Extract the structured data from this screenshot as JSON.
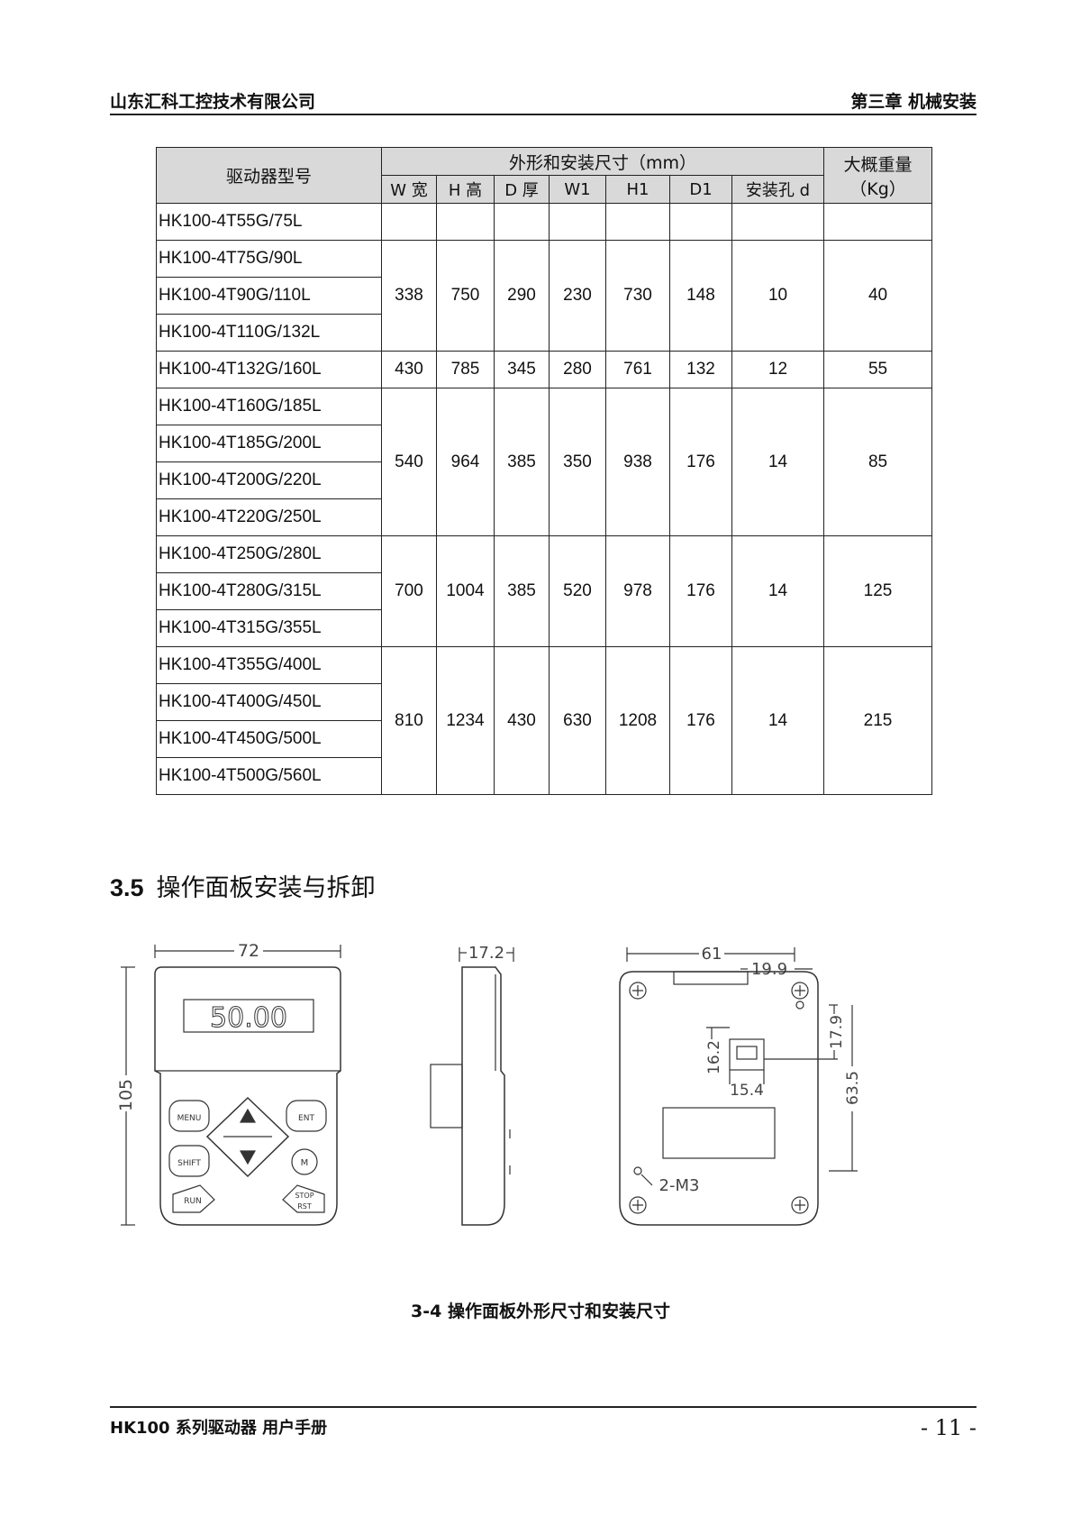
{
  "header": {
    "company": "山东汇科工控技术有限公司",
    "chapter": "第三章 机械安装"
  },
  "table": {
    "model_header": "驱动器型号",
    "dim_group": "外形和安装尺寸（mm）",
    "weight_header": "大概重量（Kg）",
    "sub_headers": [
      "W 宽",
      "H 高",
      "D 厚",
      "W1",
      "H1",
      "D1",
      "安装孔 d"
    ],
    "groups": [
      {
        "models": [
          "HK100-4T55G/75L"
        ],
        "values": [
          "",
          "",
          "",
          "",
          "",
          "",
          ""
        ],
        "weight": ""
      },
      {
        "models": [
          "HK100-4T75G/90L",
          "HK100-4T90G/110L",
          "HK100-4T110G/132L"
        ],
        "values": [
          "338",
          "750",
          "290",
          "230",
          "730",
          "148",
          "10"
        ],
        "weight": "40"
      },
      {
        "models": [
          "HK100-4T132G/160L"
        ],
        "values": [
          "430",
          "785",
          "345",
          "280",
          "761",
          "132",
          "12"
        ],
        "weight": "55"
      },
      {
        "models": [
          "HK100-4T160G/185L",
          "HK100-4T185G/200L",
          "HK100-4T200G/220L",
          "HK100-4T220G/250L"
        ],
        "values": [
          "540",
          "964",
          "385",
          "350",
          "938",
          "176",
          "14"
        ],
        "weight": "85"
      },
      {
        "models": [
          "HK100-4T250G/280L",
          "HK100-4T280G/315L",
          "HK100-4T315G/355L"
        ],
        "values": [
          "700",
          "1004",
          "385",
          "520",
          "978",
          "176",
          "14"
        ],
        "weight": "125"
      },
      {
        "models": [
          "HK100-4T355G/400L",
          "HK100-4T400G/450L",
          "HK100-4T450G/500L",
          "HK100-4T500G/560L"
        ],
        "values": [
          "810",
          "1234",
          "430",
          "630",
          "1208",
          "176",
          "14"
        ],
        "weight": "215"
      }
    ]
  },
  "section": {
    "number": "3.5",
    "title": "操作面板安装与拆卸"
  },
  "figure": {
    "display": "50.00",
    "keys": {
      "menu": "MENU",
      "ent": "ENT",
      "shift": "SHIFT",
      "m": "M",
      "run": "RUN",
      "stop": "STOP",
      "rst": "RST"
    },
    "dims": {
      "front_w": "72",
      "front_h": "105",
      "side_d": "17.2",
      "back_w": "61",
      "back_w2": "19.9",
      "back_h1": "17.9",
      "back_h2": "63.5",
      "port_h": "16.2",
      "port_w": "15.4",
      "holes": "2-M3"
    },
    "caption": "3-4 操作面板外形尺寸和安装尺寸"
  },
  "footer": {
    "manual": "HK100 系列驱动器 用户手册",
    "page": "- 11 -"
  }
}
